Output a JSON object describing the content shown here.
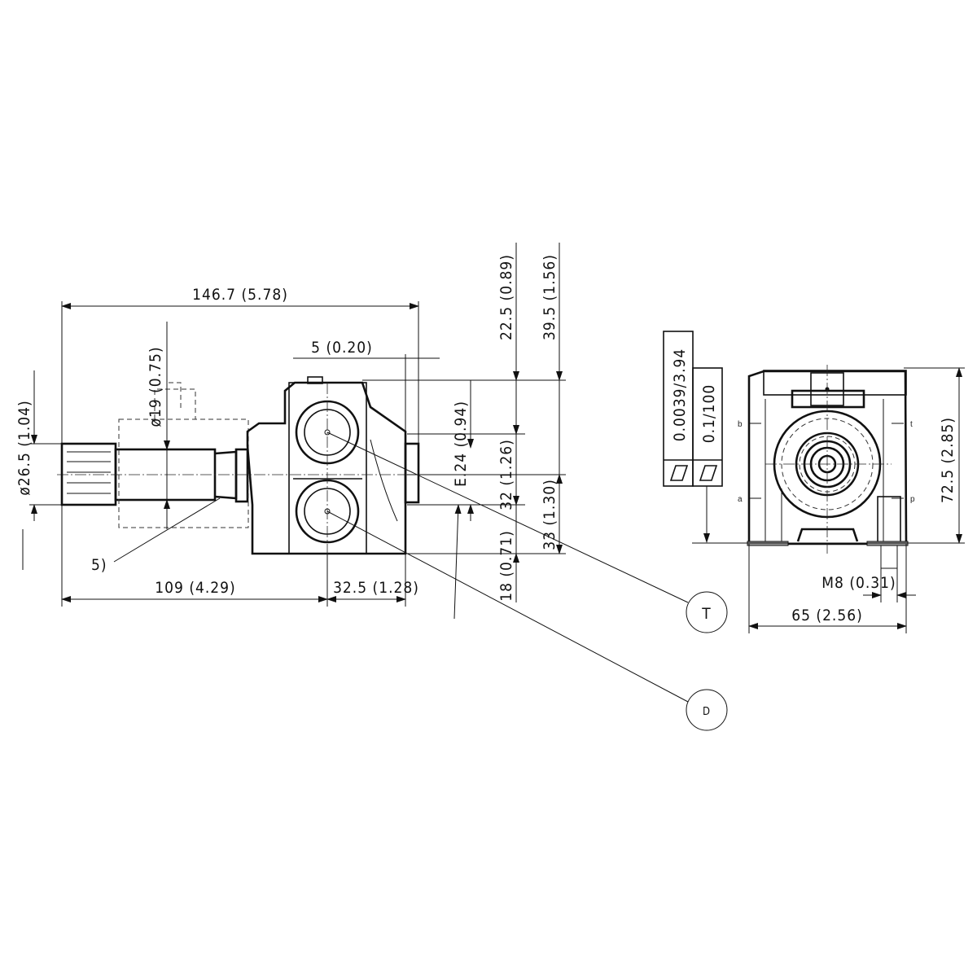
{
  "dimensions": {
    "overall_length": "146.7 (5.78)",
    "offset_5": "5 (0.20)",
    "dia_19": "ø19 (0.75)",
    "dia_26_5": "ø26.5 (1.04)",
    "h_22_5": "22.5 (0.89)",
    "h_39_5": "39.5 (1.56)",
    "e_24": "E.24 (0.94)",
    "h_32": "32 (1.26)",
    "h_33": "33 (1.30)",
    "h_18": "18 (0.71)",
    "len_109": "109 (4.29)",
    "len_32_5": "32.5 (1.28)",
    "height_72_5": "72.5 (2.85)",
    "thread_m8": "M8 (0.31)",
    "width_65": "65 (2.56)"
  },
  "callouts": {
    "note_5": "5)",
    "port_t": "T",
    "port_d": "D"
  },
  "tolerance_frame": {
    "flatness_1": "0.0039/3.94",
    "flatness_2": "0.1/100"
  },
  "port_letters": {
    "b": "b",
    "t": "t",
    "a": "a",
    "p": "p"
  }
}
